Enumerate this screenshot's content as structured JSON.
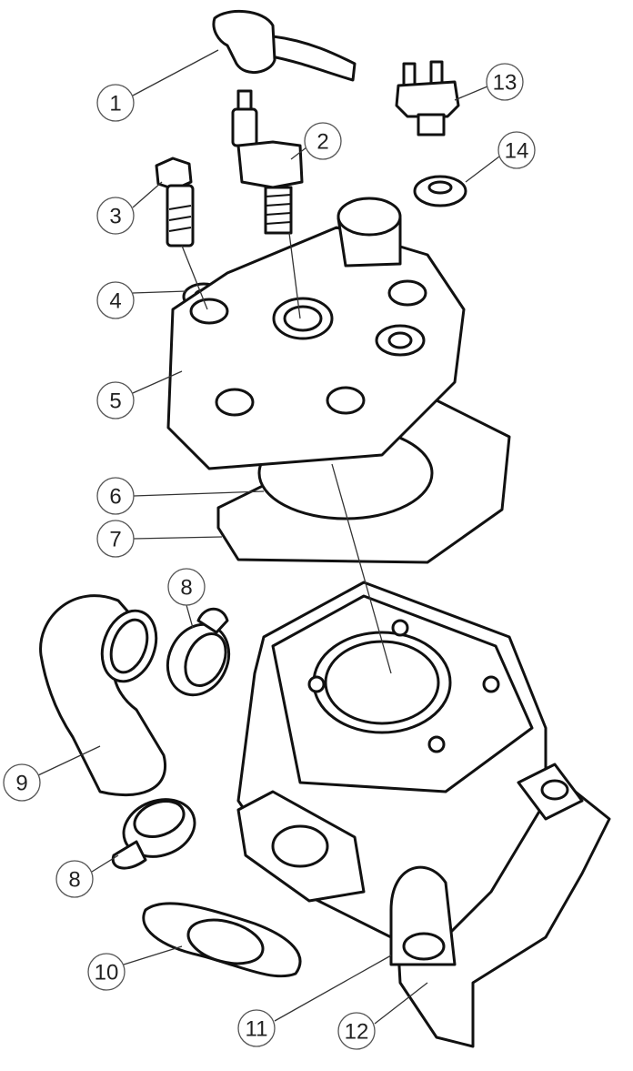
{
  "title": "Cylinder head and cylinder exploded parts diagram",
  "callouts": [
    {
      "number": "1",
      "part": "spark-plug-cap"
    },
    {
      "number": "2",
      "part": "spark-plug"
    },
    {
      "number": "3",
      "part": "head-bolt"
    },
    {
      "number": "4",
      "part": "washer"
    },
    {
      "number": "5",
      "part": "cylinder-head"
    },
    {
      "number": "6",
      "part": "head-o-ring"
    },
    {
      "number": "7",
      "part": "head-gasket"
    },
    {
      "number": "8",
      "part": "hose-clamp"
    },
    {
      "number": "9",
      "part": "coolant-hose-elbow"
    },
    {
      "number": "8",
      "part": "hose-clamp"
    },
    {
      "number": "10",
      "part": "exhaust-gasket"
    },
    {
      "number": "11",
      "part": "cylinder"
    },
    {
      "number": "12",
      "part": "base-gasket"
    },
    {
      "number": "13",
      "part": "temperature-sensor"
    },
    {
      "number": "14",
      "part": "sensor-washer"
    }
  ]
}
